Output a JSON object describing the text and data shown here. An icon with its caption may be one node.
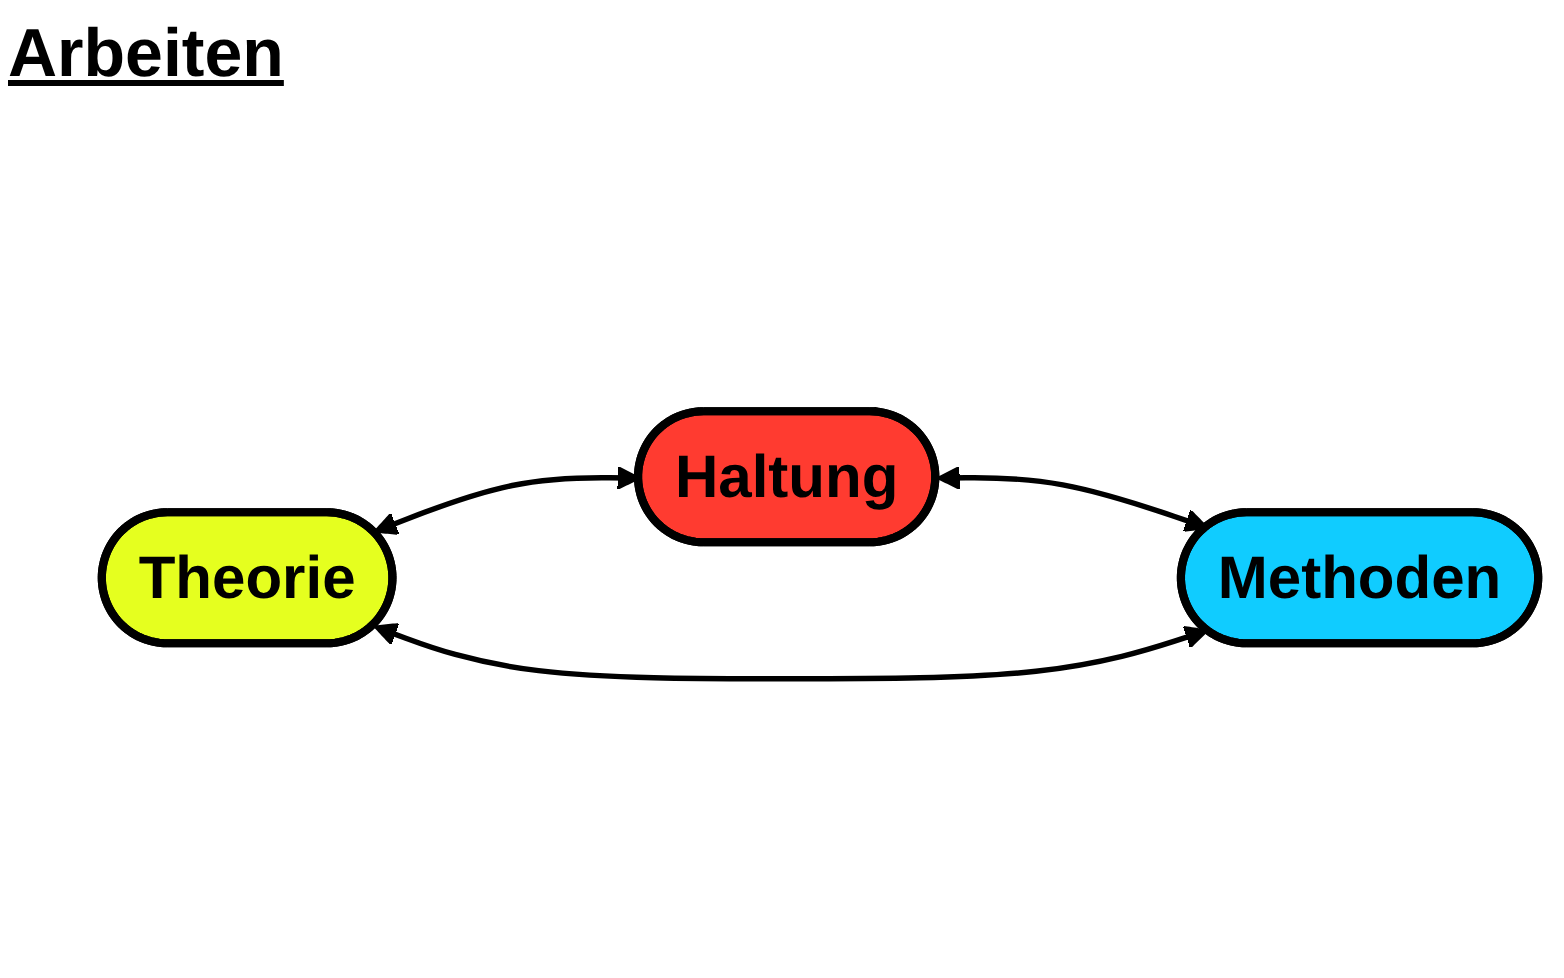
{
  "diagram": {
    "title": "Arbeiten",
    "nodes": [
      {
        "text": [
          "Haltung"
        ]
      },
      {
        "text": [
          "Theorie"
        ]
      },
      {
        "text": [
          "Methoden"
        ]
      }
    ],
    "edges": [
      {
        "from": 1,
        "to": 0,
        "arrow": "both"
      },
      {
        "from": 0,
        "to": 2,
        "arrow": "both"
      },
      {
        "from": 1,
        "to": 2,
        "arrow": "both"
      }
    ]
  }
}
